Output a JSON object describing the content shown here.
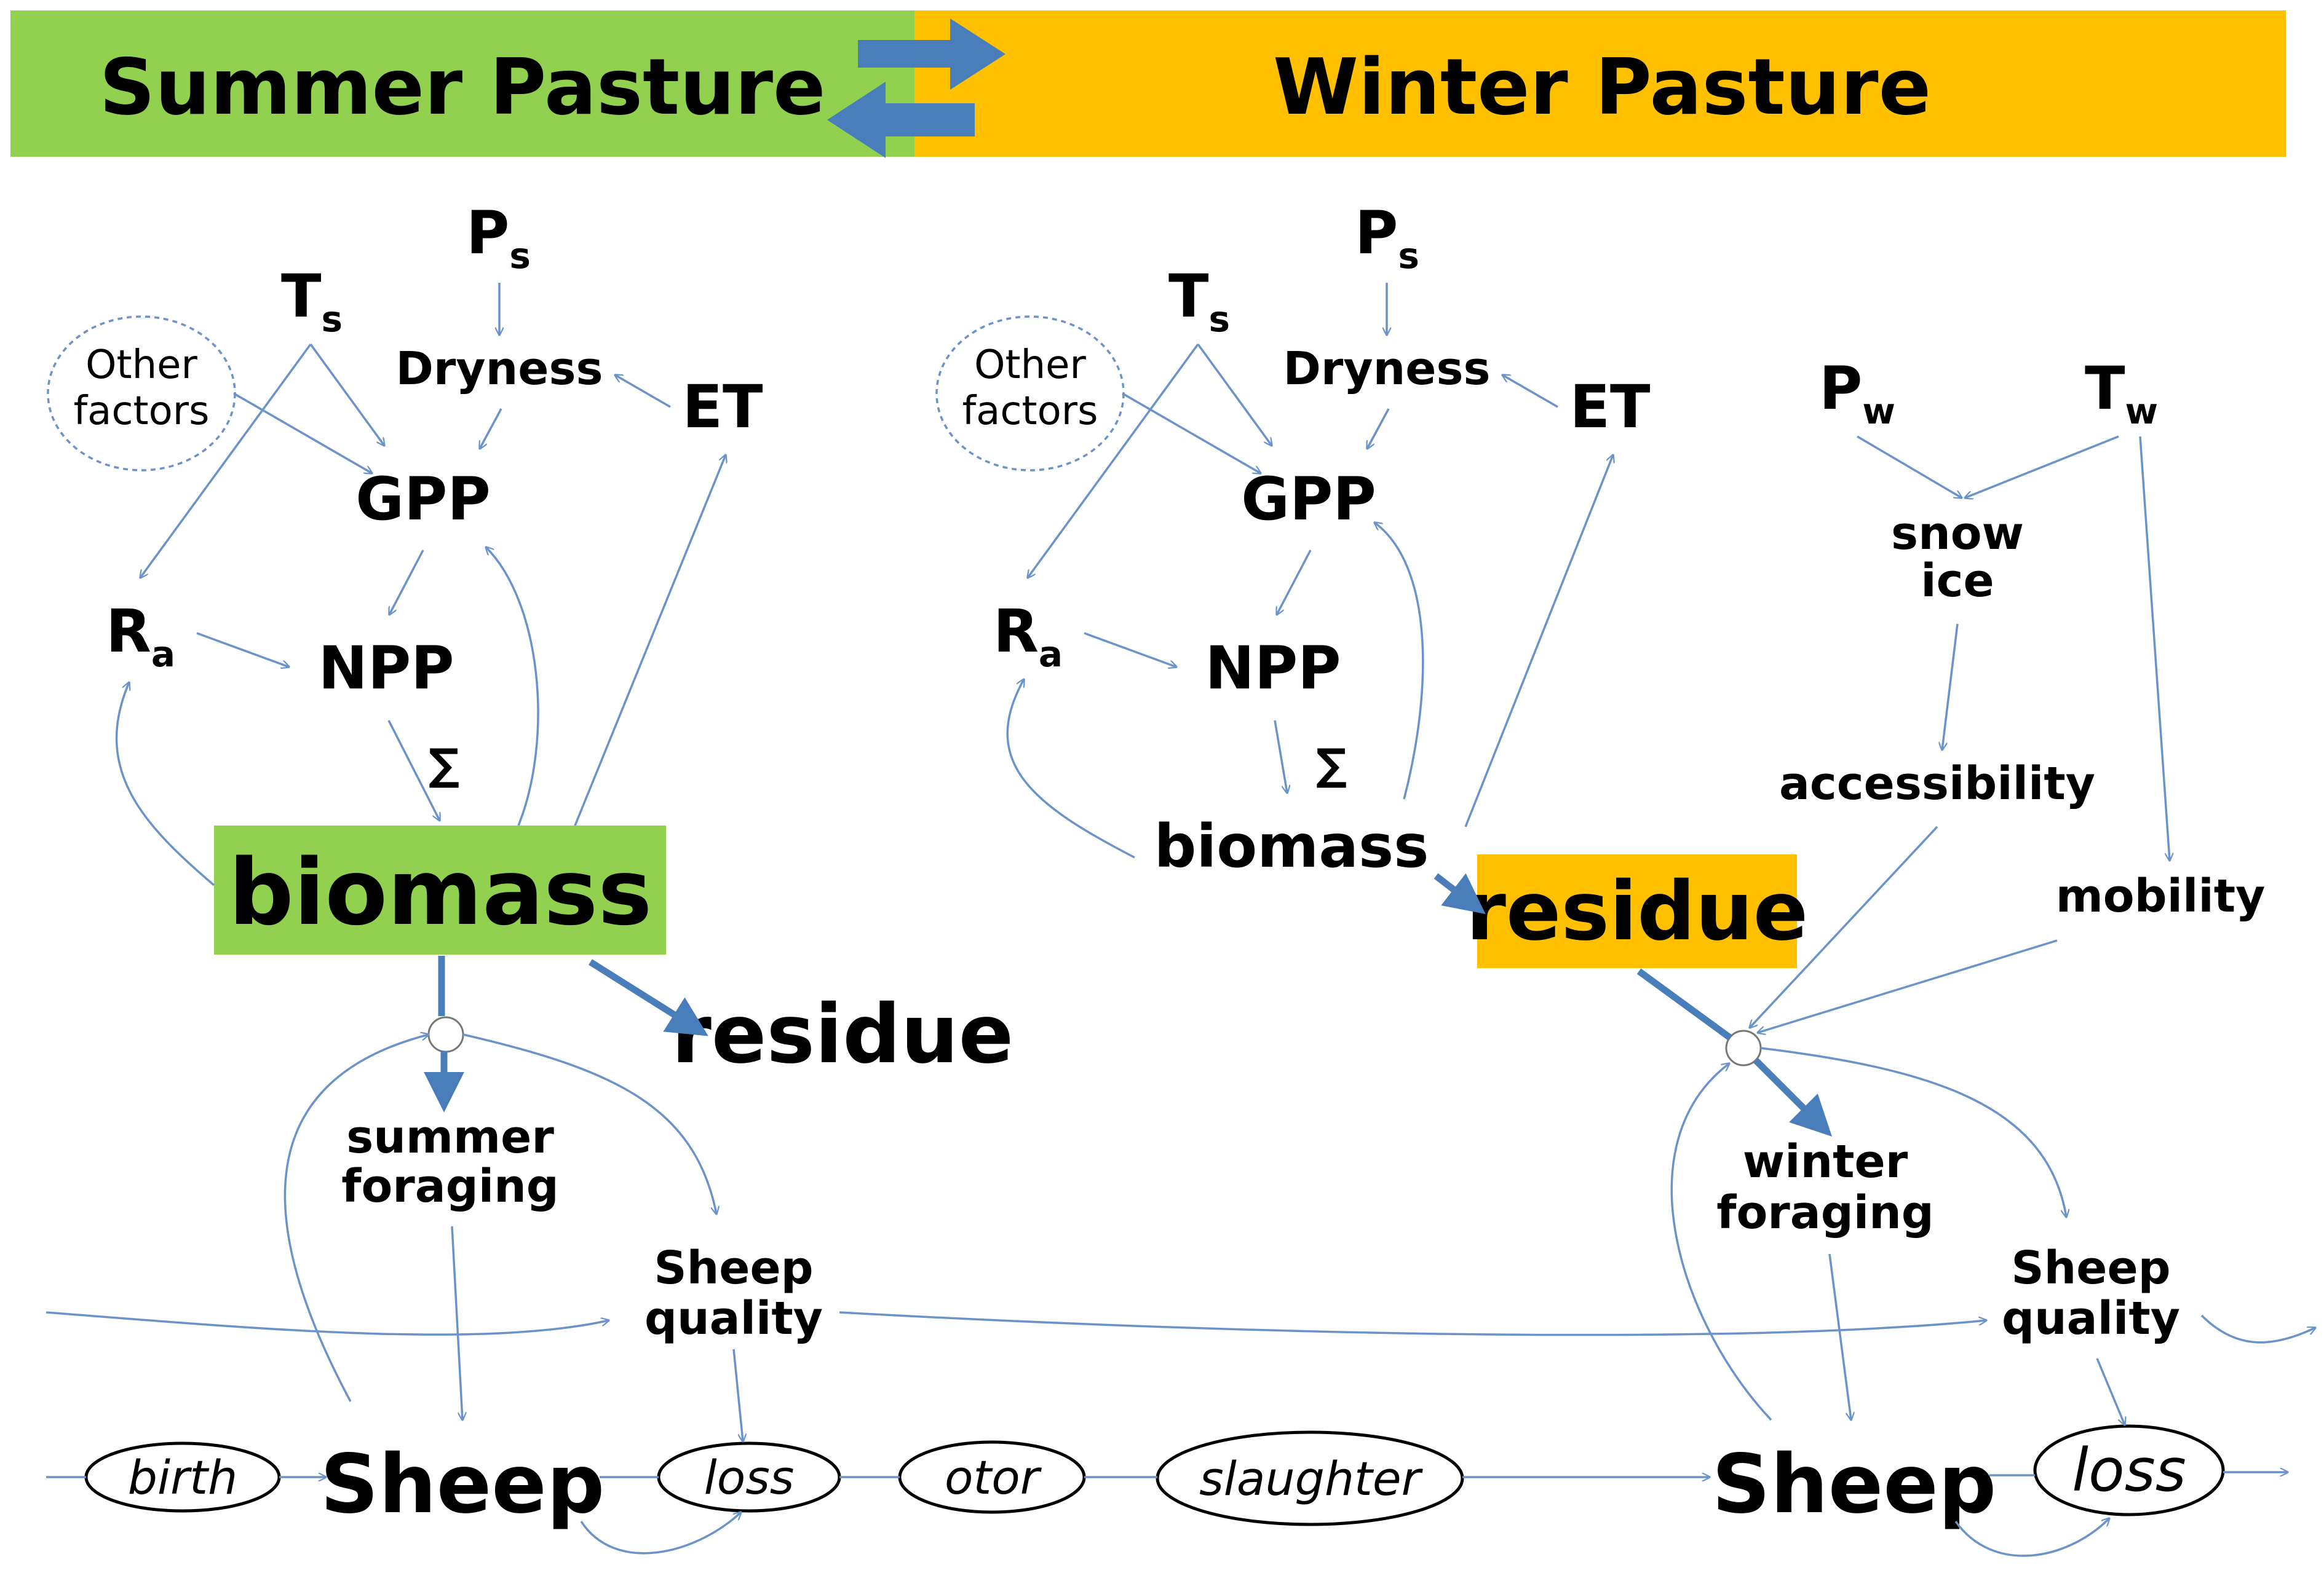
{
  "colors": {
    "summer": "#92d050",
    "winter": "#ffc000",
    "arrow": "#6b93c9",
    "thick_arrow": "#4a7ebb"
  },
  "header": {
    "summer_title": "Summer Pasture",
    "winter_title": "Winter Pasture"
  },
  "summer": {
    "ps": "P",
    "ps_sub": "s",
    "ts": "T",
    "ts_sub": "s",
    "other_line1": "Other",
    "other_line2": "factors",
    "dryness": "Dryness",
    "et": "ET",
    "gpp": "GPP",
    "ra": "R",
    "ra_sub": "a",
    "npp": "NPP",
    "sigma": "∑",
    "biomass": "biomass",
    "residue": "residue",
    "foraging_line1": "summer",
    "foraging_line2": "foraging",
    "quality_line1": "Sheep",
    "quality_line2": "quality",
    "sheep": "Sheep",
    "birth": "birth",
    "loss": "loss"
  },
  "transit": {
    "otor": "otor",
    "slaughter": "slaughter"
  },
  "winter": {
    "ps": "P",
    "ps_sub": "s",
    "ts": "T",
    "ts_sub": "s",
    "other_line1": "Other",
    "other_line2": "factors",
    "dryness": "Dryness",
    "et": "ET",
    "gpp": "GPP",
    "ra": "R",
    "ra_sub": "a",
    "npp": "NPP",
    "sigma": "∑",
    "biomass": "biomass",
    "residue": "residue",
    "pw": "P",
    "pw_sub": "w",
    "tw": "T",
    "tw_sub": "w",
    "snow": "snow",
    "ice": "ice",
    "accessibility": "accessibility",
    "mobility": "mobility",
    "foraging_line1": "winter",
    "foraging_line2": "foraging",
    "quality_line1": "Sheep",
    "quality_line2": "quality",
    "sheep": "Sheep",
    "loss": "loss"
  }
}
